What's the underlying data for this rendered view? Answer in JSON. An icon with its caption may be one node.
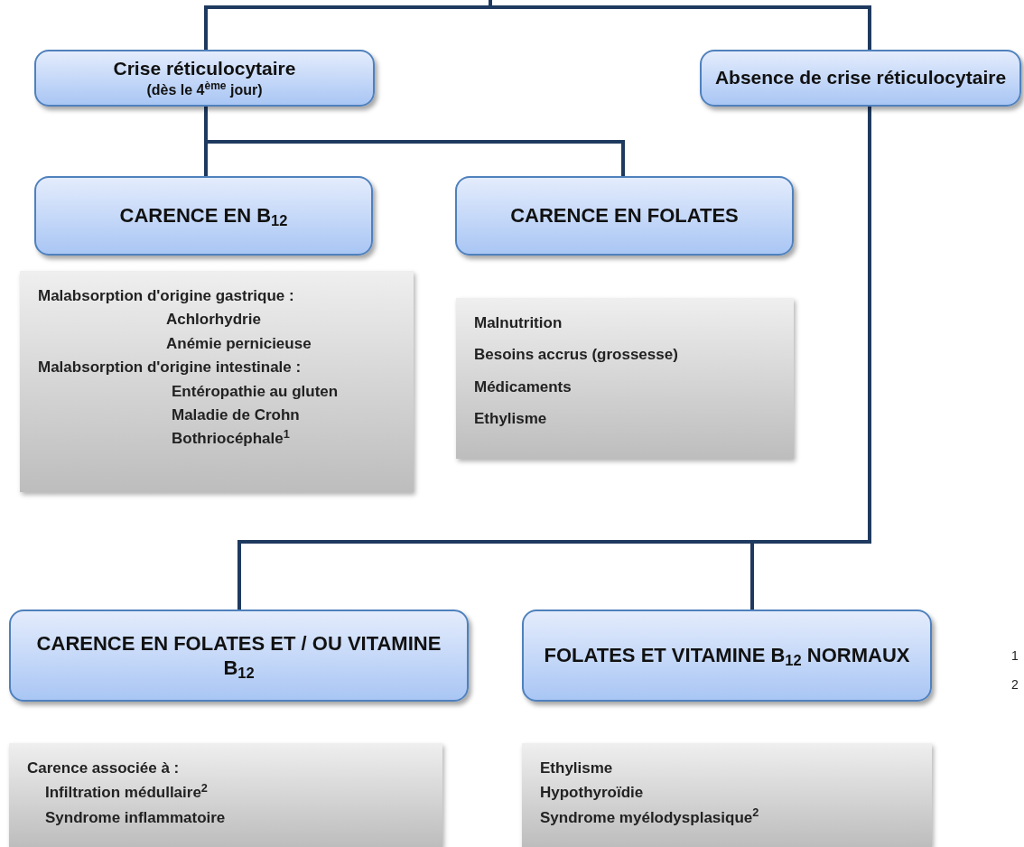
{
  "diagram": {
    "nodes": [
      {
        "text": [
          "Crise réticulocytaire",
          "(dès le 4$^{ème}$ jour)"
        ]
      },
      {
        "text": [
          "Absence de crise réticulocytaire"
        ]
      },
      {
        "text": [
          "CARENCE EN B$_{12}$"
        ]
      },
      {
        "text": [
          "CARENCE EN FOLATES"
        ]
      },
      {
        "text": [
          "Malabsorption d'origine gastrique :",
          "Achlorhydrie",
          "Anémie pernicieuse",
          "Malabsorption d'origine intestinale :",
          "Entéropathie au gluten",
          "Maladie de Crohn",
          "Bothriocéphale$^{1}$"
        ]
      },
      {
        "text": [
          "Malnutrition",
          "Besoins accrus (grossesse)",
          "Médicaments",
          "Ethylisme"
        ]
      },
      {
        "text": [
          "CARENCE EN FOLATES ET / OU  VITAMINE B$_{12}$"
        ]
      },
      {
        "text": [
          "FOLATES ET VITAMINE B$_{12}$ NORMAUX"
        ]
      },
      {
        "text": [
          "Carence associée à :",
          "Infiltration médullaire$^{2}$",
          "Syndrome inflammatoire"
        ]
      },
      {
        "text": [
          "Ethylisme",
          "Hypothyroïdie",
          "Syndrome myélodysplasique$^{2}$"
        ]
      }
    ],
    "edges": [
      {
        "from": null,
        "to": 0,
        "arrow": "none"
      },
      {
        "from": null,
        "to": 1,
        "arrow": "none"
      },
      {
        "from": 0,
        "to": 2,
        "arrow": "none"
      },
      {
        "from": 0,
        "to": 3,
        "arrow": "none"
      },
      {
        "from": 1,
        "to": 6,
        "arrow": "none"
      },
      {
        "from": 1,
        "to": 7,
        "arrow": "none"
      }
    ],
    "labels": [
      "1",
      "2"
    ]
  }
}
